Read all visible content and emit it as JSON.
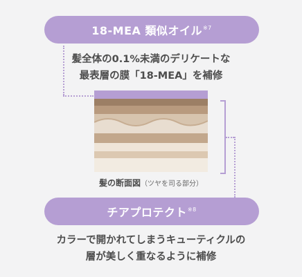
{
  "top_pill": {
    "label": "18-MEA 類似オイル",
    "note": "※7"
  },
  "top_desc": {
    "line1": "髪全体の0.1%未満のデリケートな",
    "line2": "最表層の膜「18-MEA」を補修"
  },
  "caption": {
    "main": "髪の断面図",
    "sub": "（ツヤを司る部分）"
  },
  "bottom_pill": {
    "label": "チアプロテクト",
    "note": "※8"
  },
  "bottom_desc": {
    "line1": "カラーで開かれてしまうキューティクルの",
    "line2": "層が美しく重なるように補修"
  },
  "colors": {
    "accent": "#b59ed3",
    "layer_brown": "#9c7f65",
    "layer_light": "#ebe2d6"
  }
}
